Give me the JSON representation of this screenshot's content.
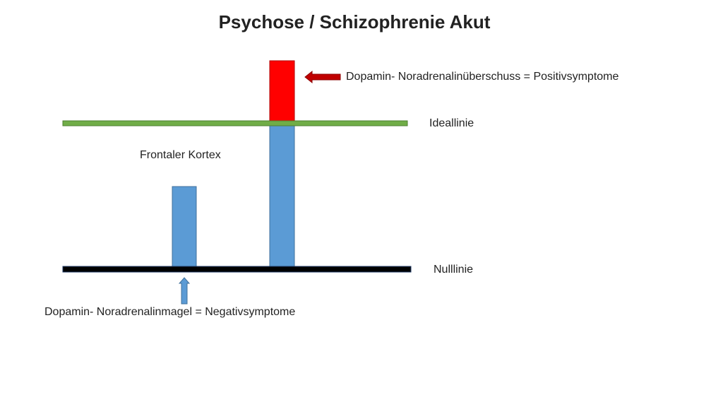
{
  "title": "Psychose / Schizophrenie Akut",
  "labels": {
    "positive": "Dopamin- Noradrenalinüberschuss = Positivsymptome",
    "ideal_line": "Ideallinie",
    "frontal_cortex": "Frontaler Kortex",
    "null_line": "Nulllinie",
    "negative": "Dopamin- Noradrenalinmagel = Negativsymptome"
  },
  "colors": {
    "ideal_line": "#70ad47",
    "null_line": "#000000",
    "bar": "#5b9bd5",
    "excess": "#ff0000",
    "negative_arrow": "#5b9bd5",
    "positive_arrow": "#c00000",
    "text": "#222222"
  }
}
